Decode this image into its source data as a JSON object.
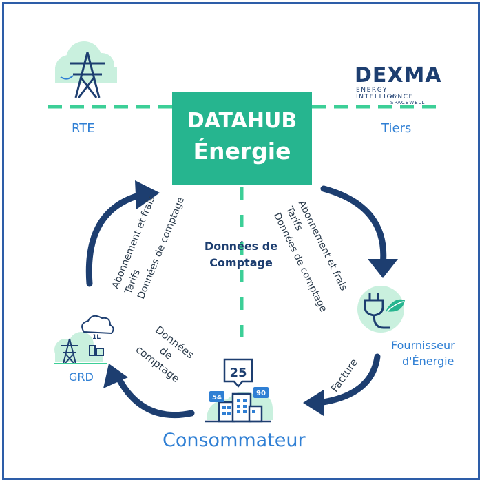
{
  "hub": {
    "line1": "DATAHUB",
    "line2": "Énergie"
  },
  "logo": {
    "name": "DEXMA",
    "tagline": "ENERGY INTELLIGENCE",
    "byline": "BY SPACEWELL"
  },
  "nodes": {
    "rte": "RTE",
    "tiers": "Tiers",
    "fournisseur_l1": "Fournisseur",
    "fournisseur_l2": "d'Énergie",
    "grd": "GRD",
    "consommateur": "Consommateur"
  },
  "center_label": {
    "line1": "Données de",
    "line2": "Comptage"
  },
  "left_flow": {
    "line1": "Abonnement et frais",
    "line2": "Tarifs",
    "line3": "Données de comptage"
  },
  "right_flow": {
    "line1": "Abonnement et frais",
    "line2": "Tarifs",
    "line3": "Données de comptage"
  },
  "facture": "Facture",
  "grd_flow": {
    "line1": "Données",
    "line2": "de",
    "line3": "comptage"
  },
  "badges": {
    "main": "25",
    "left": "54",
    "right": "90",
    "grd_cloud": "1L"
  },
  "colors": {
    "teal": "#26b58f",
    "navy": "#1d3e70",
    "blue": "#2f7fd4",
    "mint": "#3ccf97",
    "border": "#2d5da8"
  }
}
